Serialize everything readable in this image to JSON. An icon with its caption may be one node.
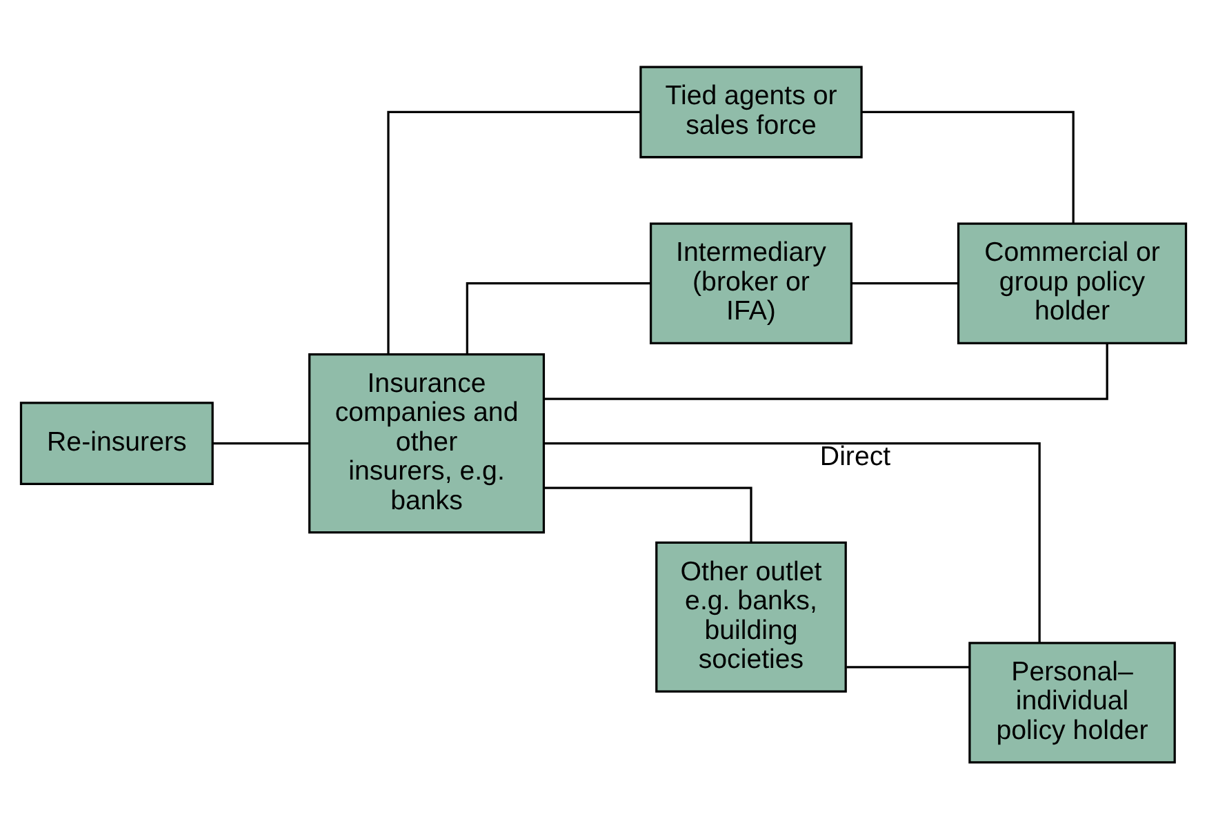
{
  "diagram": {
    "nodes": [
      {
        "text": [
          "Re-insurers"
        ]
      },
      {
        "text": [
          "Insurance companies and other insurers, e.g. banks"
        ]
      },
      {
        "text": [
          "Tied agents or sales force"
        ]
      },
      {
        "text": [
          "Intermediary (broker or IFA)"
        ]
      },
      {
        "text": [
          "Other outlet e.g. banks, building societies"
        ]
      },
      {
        "text": [
          "Commercial or group policy holder"
        ]
      },
      {
        "text": [
          "Personal– individual policy holder"
        ]
      }
    ],
    "edges": [
      {
        "from": 0,
        "to": 1,
        "arrow": "none"
      },
      {
        "from": 1,
        "to": 2,
        "arrow": "none"
      },
      {
        "from": 1,
        "to": 3,
        "arrow": "none"
      },
      {
        "from": 1,
        "to": 4,
        "arrow": "none"
      },
      {
        "from": 2,
        "to": 5,
        "arrow": "none"
      },
      {
        "from": 3,
        "to": 5,
        "arrow": "none"
      },
      {
        "from": 4,
        "to": 6,
        "arrow": "none"
      },
      {
        "from": 1,
        "to": 5,
        "arrow": "none"
      },
      {
        "from": 1,
        "to": 6,
        "arrow": "none",
        "label": "Direct"
      }
    ]
  }
}
